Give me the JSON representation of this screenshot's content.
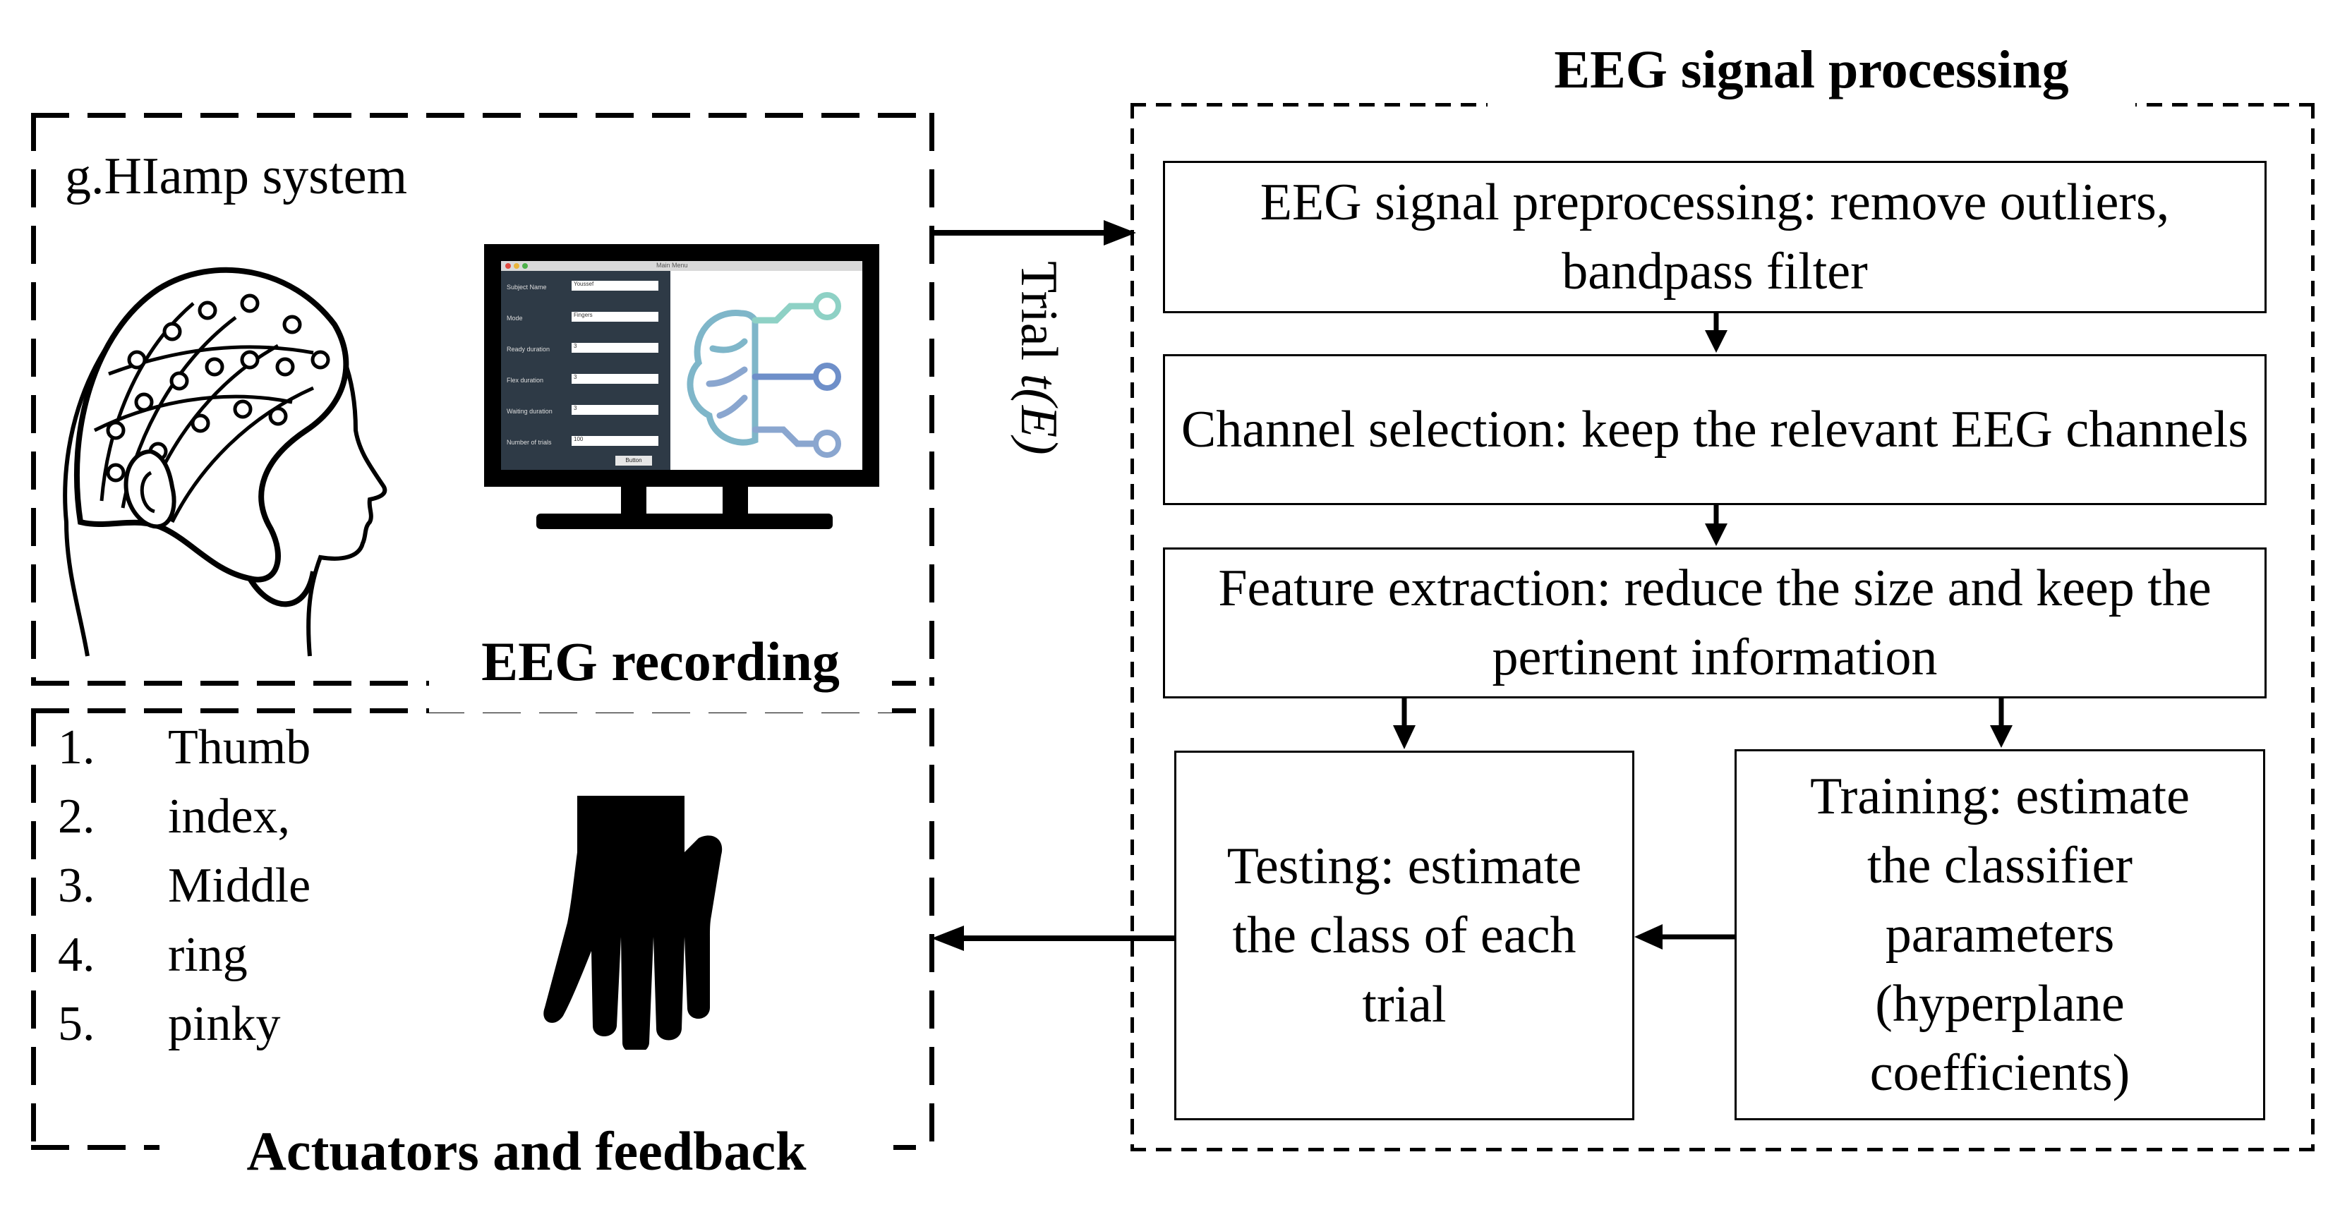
{
  "recording": {
    "system_label": "g.HIamp system",
    "title": "EEG recording"
  },
  "actuators": {
    "title": "Actuators and feedback",
    "fingers": [
      {
        "num": "1.",
        "label": "Thumb"
      },
      {
        "num": "2.",
        "label": "index,"
      },
      {
        "num": "3.",
        "label": "Middle"
      },
      {
        "num": "4.",
        "label": "ring"
      },
      {
        "num": "5.",
        "label": "pinky"
      }
    ]
  },
  "trial_label": "Trial ",
  "trial_math": "t(E)",
  "processing": {
    "title": "EEG signal processing",
    "preprocessing": "EEG signal preprocessing: remove outliers, bandpass filter",
    "channel_selection": "Channel selection: keep the relevant EEG channels",
    "feature_extraction": "Feature extraction: reduce the size and keep the pertinent information",
    "testing": "Testing: estimate the class of each trial",
    "training": "Training: estimate the classifier parameters (hyperplane coefficients)"
  },
  "app_window": {
    "title": "Main Menu",
    "fields": [
      {
        "label": "Subject Name",
        "value": "Youssef"
      },
      {
        "label": "Mode",
        "value": "Fingers"
      },
      {
        "label": "Ready duration",
        "value": "3"
      },
      {
        "label": "Flex duration",
        "value": "3"
      },
      {
        "label": "Waiting duration",
        "value": "3"
      },
      {
        "label": "Number of trials",
        "value": "100"
      }
    ],
    "button_label": "Button"
  }
}
